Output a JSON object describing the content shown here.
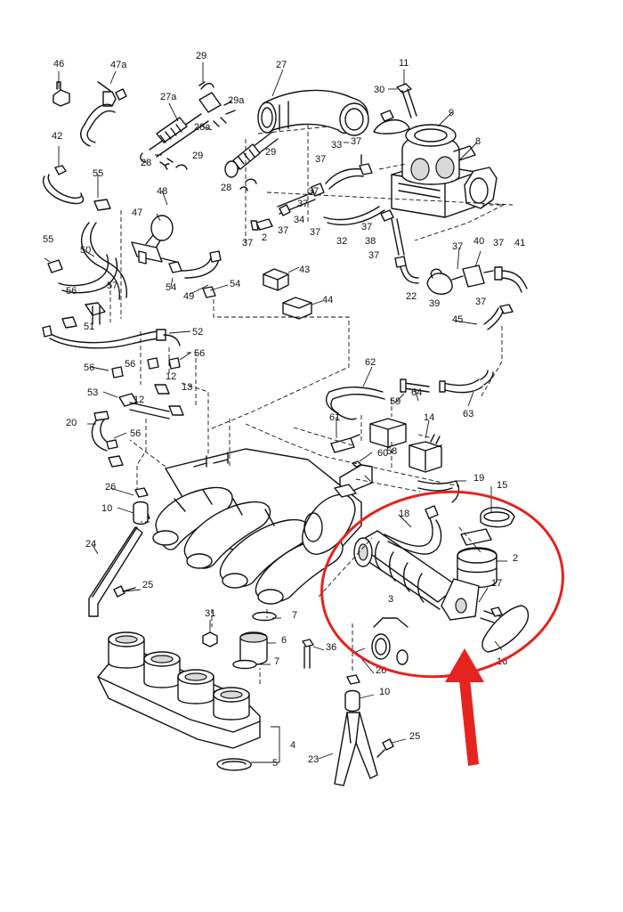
{
  "labels": [
    {
      "id": "46",
      "text": "46"
    },
    {
      "id": "47a",
      "text": "47a"
    },
    {
      "id": "29-top",
      "text": "29"
    },
    {
      "id": "27",
      "text": "27"
    },
    {
      "id": "11",
      "text": "11"
    },
    {
      "id": "27a",
      "text": "27a"
    },
    {
      "id": "29a",
      "text": "29a"
    },
    {
      "id": "30",
      "text": "30"
    },
    {
      "id": "9",
      "text": "9"
    },
    {
      "id": "42",
      "text": "42"
    },
    {
      "id": "28a",
      "text": "28a"
    },
    {
      "id": "33",
      "text": "33"
    },
    {
      "id": "37-a",
      "text": "37"
    },
    {
      "id": "8",
      "text": "8"
    },
    {
      "id": "28-a",
      "text": "28"
    },
    {
      "id": "29-b",
      "text": "29"
    },
    {
      "id": "29-c",
      "text": "29"
    },
    {
      "id": "37-b",
      "text": "37"
    },
    {
      "id": "55-a",
      "text": "55"
    },
    {
      "id": "28-b",
      "text": "28"
    },
    {
      "id": "48",
      "text": "48"
    },
    {
      "id": "37-c",
      "text": "37"
    },
    {
      "id": "47",
      "text": "47"
    },
    {
      "id": "37-d",
      "text": "37"
    },
    {
      "id": "34",
      "text": "34"
    },
    {
      "id": "2-a",
      "text": "2"
    },
    {
      "id": "37-e",
      "text": "37"
    },
    {
      "id": "37-f",
      "text": "37"
    },
    {
      "id": "37-g",
      "text": "37"
    },
    {
      "id": "32",
      "text": "32"
    },
    {
      "id": "37-h",
      "text": "37"
    },
    {
      "id": "38",
      "text": "38"
    },
    {
      "id": "37-i",
      "text": "37"
    },
    {
      "id": "40",
      "text": "40"
    },
    {
      "id": "37-j",
      "text": "37"
    },
    {
      "id": "41",
      "text": "41"
    },
    {
      "id": "55-b",
      "text": "55"
    },
    {
      "id": "50",
      "text": "50"
    },
    {
      "id": "37-k",
      "text": "37"
    },
    {
      "id": "43",
      "text": "43"
    },
    {
      "id": "54-a",
      "text": "54"
    },
    {
      "id": "57",
      "text": "57"
    },
    {
      "id": "56-a",
      "text": "56"
    },
    {
      "id": "54-b",
      "text": "54"
    },
    {
      "id": "49",
      "text": "49"
    },
    {
      "id": "22",
      "text": "22"
    },
    {
      "id": "39",
      "text": "39"
    },
    {
      "id": "37-l",
      "text": "37"
    },
    {
      "id": "44",
      "text": "44"
    },
    {
      "id": "51",
      "text": "51"
    },
    {
      "id": "45",
      "text": "45"
    },
    {
      "id": "52",
      "text": "52"
    },
    {
      "id": "56-b",
      "text": "56"
    },
    {
      "id": "56-c",
      "text": "56"
    },
    {
      "id": "56-d",
      "text": "56"
    },
    {
      "id": "62",
      "text": "62"
    },
    {
      "id": "12-a",
      "text": "12"
    },
    {
      "id": "13",
      "text": "13"
    },
    {
      "id": "53",
      "text": "53"
    },
    {
      "id": "64",
      "text": "64"
    },
    {
      "id": "59",
      "text": "59"
    },
    {
      "id": "63",
      "text": "63"
    },
    {
      "id": "12-b",
      "text": "12"
    },
    {
      "id": "20",
      "text": "20"
    },
    {
      "id": "56-e",
      "text": "56"
    },
    {
      "id": "61",
      "text": "61"
    },
    {
      "id": "14",
      "text": "14"
    },
    {
      "id": "58",
      "text": "58"
    },
    {
      "id": "60",
      "text": "60"
    },
    {
      "id": "19",
      "text": "19"
    },
    {
      "id": "26-a",
      "text": "26"
    },
    {
      "id": "15",
      "text": "15"
    },
    {
      "id": "10-a",
      "text": "10"
    },
    {
      "id": "18",
      "text": "18"
    },
    {
      "id": "24",
      "text": "24"
    },
    {
      "id": "2-b",
      "text": "2"
    },
    {
      "id": "17",
      "text": "17"
    },
    {
      "id": "25-a",
      "text": "25"
    },
    {
      "id": "3",
      "text": "3"
    },
    {
      "id": "31",
      "text": "31"
    },
    {
      "id": "7-a",
      "text": "7"
    },
    {
      "id": "16",
      "text": "16"
    },
    {
      "id": "6",
      "text": "6"
    },
    {
      "id": "36",
      "text": "36"
    },
    {
      "id": "7-b",
      "text": "7"
    },
    {
      "id": "26-b",
      "text": "26"
    },
    {
      "id": "10-b",
      "text": "10"
    },
    {
      "id": "25-b",
      "text": "25"
    },
    {
      "id": "4",
      "text": "4"
    },
    {
      "id": "5",
      "text": "5"
    },
    {
      "id": "23",
      "text": "23"
    }
  ],
  "colors": {
    "line": "#111111",
    "highlight": "#e5231f",
    "background": "#ffffff",
    "shade": "#d9d9d9"
  },
  "annotation": {
    "highlight_shape": "ellipse",
    "pointer_shape": "arrow-up"
  }
}
